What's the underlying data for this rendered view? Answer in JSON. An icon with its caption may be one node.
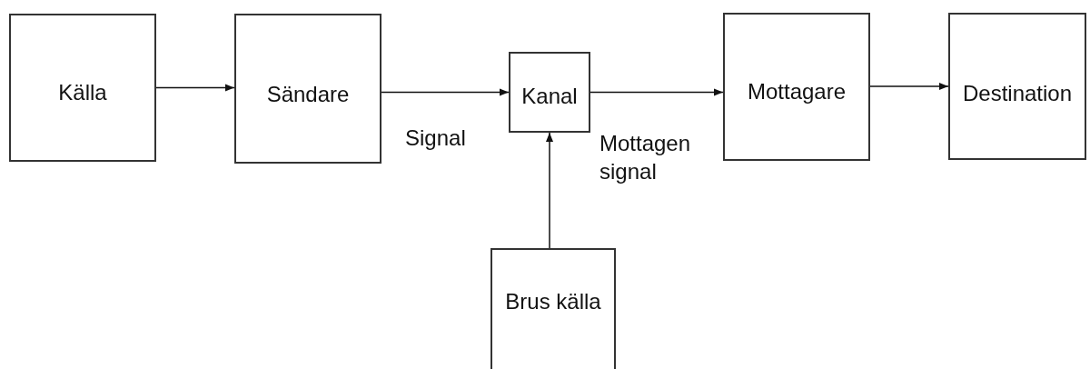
{
  "diagram": {
    "nodes": [
      {
        "text": [
          "Källa"
        ]
      },
      {
        "text": [
          "Sändare"
        ]
      },
      {
        "text": [
          "Kanal"
        ]
      },
      {
        "text": [
          "Mottagare"
        ]
      },
      {
        "text": [
          "Destination"
        ]
      },
      {
        "text": [
          "Brus källa"
        ]
      }
    ],
    "edges": [
      {
        "from": 0,
        "to": 1,
        "arrow": "to"
      },
      {
        "from": 1,
        "to": 2,
        "arrow": "to",
        "label": "Signal"
      },
      {
        "from": 2,
        "to": 3,
        "arrow": "to",
        "label": "Mottagen signal"
      },
      {
        "from": 3,
        "to": 4,
        "arrow": "to"
      },
      {
        "from": 5,
        "to": 2,
        "arrow": "to"
      }
    ]
  }
}
